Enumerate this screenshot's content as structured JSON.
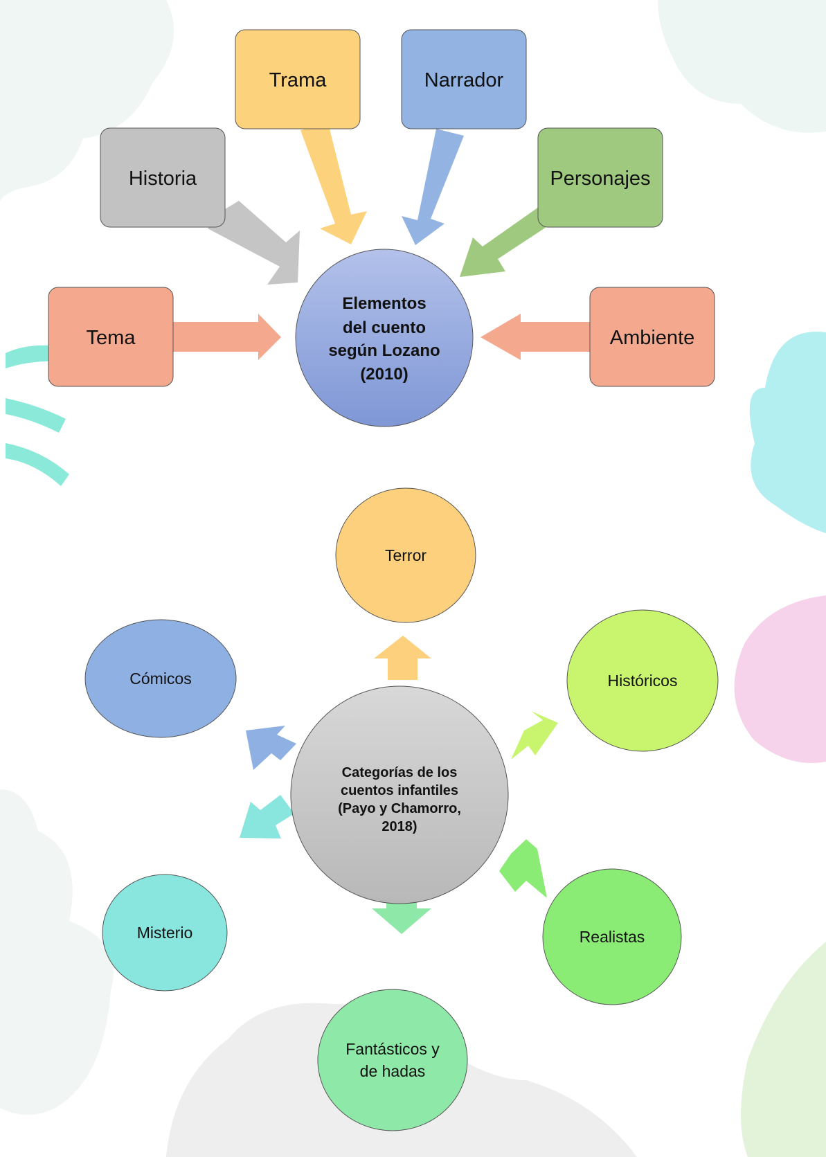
{
  "diagram1": {
    "center_lines": [
      "Elementos",
      "del cuento",
      "según Lozano",
      "(2010)"
    ],
    "nodes": [
      {
        "id": "tema",
        "label": "Tema",
        "color": "#f4a88e"
      },
      {
        "id": "historia",
        "label": "Historia",
        "color": "#c2c2c2"
      },
      {
        "id": "trama",
        "label": "Trama",
        "color": "#fdd27c"
      },
      {
        "id": "narrador",
        "label": "Narrador",
        "color": "#93b4e3"
      },
      {
        "id": "personajes",
        "label": "Personajes",
        "color": "#9fc97f"
      },
      {
        "id": "ambiente",
        "label": "Ambiente",
        "color": "#f4a88e"
      }
    ],
    "center_color": "#8b9fd8"
  },
  "diagram2": {
    "center_lines": [
      "Categorías de los",
      "cuentos infantiles",
      "(Payo y Chamorro,",
      "2018)"
    ],
    "nodes": [
      {
        "id": "terror",
        "lines": [
          "Terror"
        ],
        "color": "#fdd07e"
      },
      {
        "id": "historicos",
        "lines": [
          "Históricos"
        ],
        "color": "#c8f46e"
      },
      {
        "id": "realistas",
        "lines": [
          "Realistas"
        ],
        "color": "#8aec74"
      },
      {
        "id": "fantasticos",
        "lines": [
          "Fantásticos y",
          "de hadas"
        ],
        "color": "#8ee8a8"
      },
      {
        "id": "misterio",
        "lines": [
          "Misterio"
        ],
        "color": "#88e6de"
      },
      {
        "id": "comicos",
        "lines": [
          "Cómicos"
        ],
        "color": "#8eb0e2"
      }
    ],
    "center_color": "#c6c6c6"
  }
}
